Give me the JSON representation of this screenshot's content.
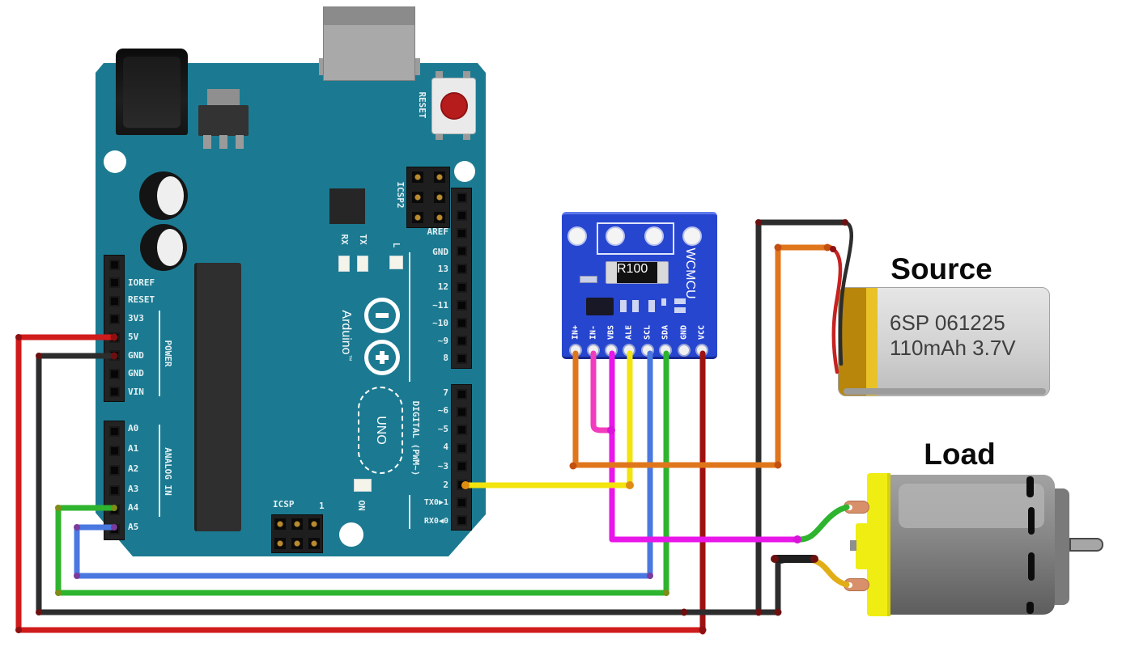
{
  "arduino": {
    "brand": "Arduino",
    "brand_tm": "™",
    "model": "UNO",
    "logo_minus": "−",
    "logo_plus": "+",
    "labels": {
      "reset_button": "RESET",
      "icsp2": "ICSP2",
      "icsp": "ICSP",
      "icsp_pin1": "1",
      "tx": "TX",
      "rx": "RX",
      "l_led": "L",
      "on_led": "ON",
      "power_group": "POWER",
      "analog_group": "ANALOG IN",
      "digital_group": "DIGITAL (PWM~)"
    },
    "power_pins": [
      "IOREF",
      "RESET",
      "3V3",
      "5V",
      "GND",
      "GND",
      "VIN"
    ],
    "analog_pins": [
      "A0",
      "A1",
      "A2",
      "A3",
      "A4",
      "A5"
    ],
    "digital_upper_pins": [
      "AREF",
      "GND",
      "13",
      "12",
      "~11",
      "~10",
      "~9",
      "8"
    ],
    "digital_lower_pins": [
      "7",
      "~6",
      "~5",
      "4",
      "~3",
      "2",
      "TX0▶1",
      "RX0◀0"
    ]
  },
  "sensor": {
    "pins": [
      "IN+",
      "IN-",
      "VBS",
      "ALE",
      "SCL",
      "SDA",
      "GND",
      "VCC"
    ],
    "resistor": "R100",
    "chip": "WCMCU",
    "board_color": "#2746cf"
  },
  "battery": {
    "label": "Source",
    "line1": "6SP 061225",
    "line2": "110mAh 3.7V"
  },
  "motor": {
    "label": "Load"
  },
  "board_colors": {
    "arduino_teal": "#1b7a91",
    "reset_button_red": "#b71c1c"
  },
  "wire_colors": {
    "red": "#cf1b1b",
    "dark_red": "#9e1111",
    "black": "#2d2d2d",
    "green": "#2eb42e",
    "blue": "#4a78e0",
    "yellow": "#f2e40c",
    "gold": "#e2ae17",
    "orange": "#e0761c",
    "magenta": "#e816e8",
    "pink": "#f23cbe",
    "connector_black": "#1f1f1f",
    "pigtail_red": "#c62222"
  },
  "dot_colors": {
    "red": "#8f1010",
    "black": "#6b1010",
    "orange": "#c4500f",
    "olive": "#7d8d17",
    "purple": "#7b3b9d",
    "magenta": "#d913d9",
    "yellowcap": "#df8d12"
  }
}
